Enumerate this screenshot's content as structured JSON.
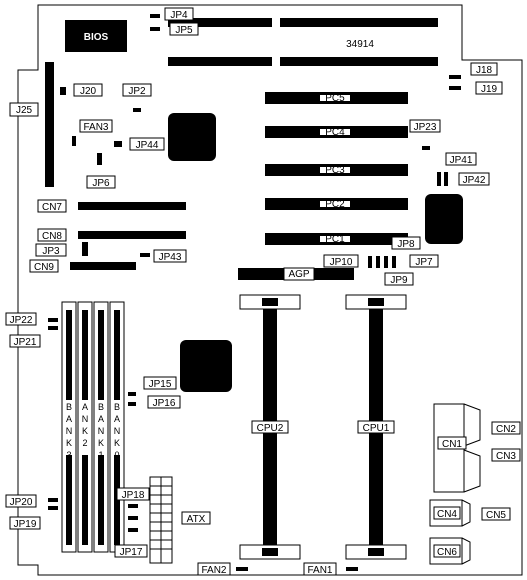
{
  "labels": {
    "bios": "BIOS",
    "board_number": "34914",
    "jp4": "JP4",
    "jp5": "JP5",
    "j18": "J18",
    "j19": "J19",
    "j20": "J20",
    "j25": "J25",
    "jp2": "JP2",
    "fan3": "FAN3",
    "jp44": "JP44",
    "jp6": "JP6",
    "jp23": "JP23",
    "jp41": "JP41",
    "jp42": "JP42",
    "pc5": "PC5",
    "pc4": "PC4",
    "pc3": "PC3",
    "pc2": "PC2",
    "pc1": "PC1",
    "cn7": "CN7",
    "cn8": "CN8",
    "jp3": "JP3",
    "cn9": "CN9",
    "jp43": "JP43",
    "jp8": "JP8",
    "jp10": "JP10",
    "jp7": "JP7",
    "jp9": "JP9",
    "agp": "AGP",
    "jp22": "JP22",
    "jp21": "JP21",
    "jp15": "JP15",
    "jp16": "JP16",
    "cpu2": "CPU2",
    "cpu1": "CPU1",
    "bank3": "BANK3",
    "bank2": "BANK2",
    "bank1": "BANK1",
    "bank0": "BANK0",
    "cn1": "CN1",
    "cn2": "CN2",
    "cn3": "CN3",
    "cn4": "CN4",
    "cn5": "CN5",
    "cn6": "CN6",
    "jp20": "JP20",
    "jp19": "JP19",
    "jp18": "JP18",
    "jp17": "JP17",
    "atx": "ATX",
    "fan2": "FAN2",
    "fan1": "FAN1"
  }
}
